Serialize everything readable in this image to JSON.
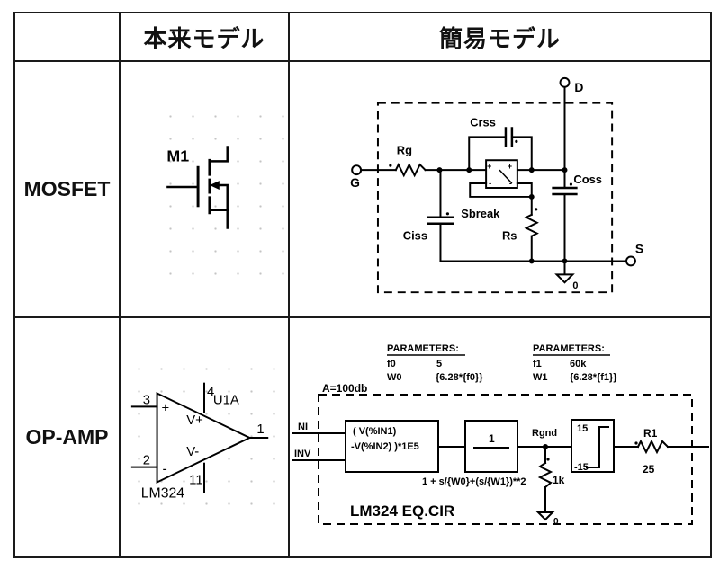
{
  "table": {
    "header": {
      "blank": "",
      "original_model": "本来モデル",
      "simple_model": "簡易モデル"
    },
    "rows": [
      {
        "label": "MOSFET"
      },
      {
        "label": "OP-AMP"
      }
    ]
  },
  "mosfet_symbol": {
    "ref_des": "M1"
  },
  "mosfet_model": {
    "terminals": {
      "drain": "D",
      "gate": "G",
      "source": "S",
      "ground": "0"
    },
    "components": {
      "rg": "Rg",
      "crss": "Crss",
      "ciss": "Ciss",
      "coss": "Coss",
      "sbreak": "Sbreak",
      "rs": "Rs"
    },
    "switch_marks": {
      "plus": "+",
      "minus": "-"
    }
  },
  "opamp_symbol": {
    "ref_des": "U1A",
    "part": "LM324",
    "pins": {
      "noninv": "3",
      "inv": "2",
      "vplus": "4",
      "vminus": "11",
      "out": "1"
    },
    "marks": {
      "plus": "+",
      "minus": "-",
      "vplus": "V+",
      "vminus": "V-"
    }
  },
  "opamp_model": {
    "params_left": {
      "title": "PARAMETERS:",
      "rows": [
        {
          "name": "f0",
          "value": "5"
        },
        {
          "name": "W0",
          "value": "{6.28*{f0}}"
        }
      ]
    },
    "params_right": {
      "title": "PARAMETERS:",
      "rows": [
        {
          "name": "f1",
          "value": "60k"
        },
        {
          "name": "W1",
          "value": "{6.28*{f1}}"
        }
      ]
    },
    "gain_note": "A=100db",
    "inputs": {
      "noninv": "NI",
      "inv": "INV"
    },
    "gain_block": {
      "line1": "( V(%IN1)",
      "line2": "-V(%IN2) )*1E5"
    },
    "filter_block": {
      "numerator": "1",
      "denominator": "1 + s/{W0}+(s/{W1})**2"
    },
    "rgnd": {
      "label": "Rgnd",
      "value": "1k",
      "ground": "0"
    },
    "limiter": {
      "high": "15",
      "low": "-15"
    },
    "r1": {
      "label": "R1",
      "value": "25"
    },
    "caption": "LM324 EQ.CIR"
  }
}
